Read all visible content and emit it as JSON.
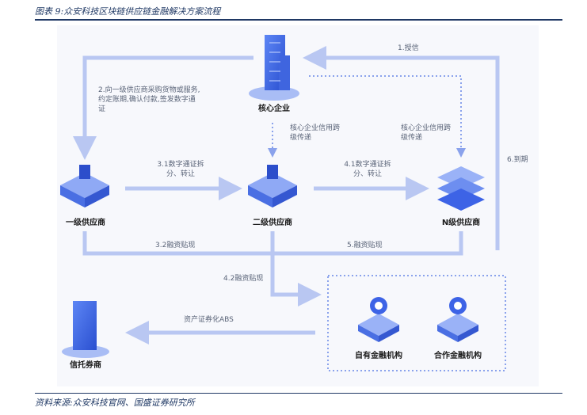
{
  "title": "图表 9:众安科技区块链供应链金融解决方案流程",
  "source": "资料来源:众安科技官网、国盛证券研究所",
  "nodes": {
    "core": "核心企业",
    "tier1": "一级供应商",
    "tier2": "二级供应商",
    "tierN": "N级供应商",
    "trust": "信托券商",
    "own_fin": "自有金融机构",
    "partner_fin": "合作金融机构"
  },
  "edges": {
    "credit": "1.授信",
    "purchase": "2.向一级供应商采购货物或服务,约定账期,确认付款,签发数字通证",
    "split31": "3.1数字通证拆分、转让",
    "split41": "4.1数字通证拆分、转让",
    "trust_a": "核心企业信用跨级传递",
    "trust_b": "核心企业信用跨级传递",
    "discount32": "3.2融资贴现",
    "discount42": "4.2融资贴现",
    "discount5": "5.融资贴现",
    "maturity": "6.到期",
    "abs": "资产证券化ABS"
  },
  "colors": {
    "arrow": "#b9c7f2",
    "accent": "#3d63e6",
    "dotted": "#8aa2ec"
  }
}
